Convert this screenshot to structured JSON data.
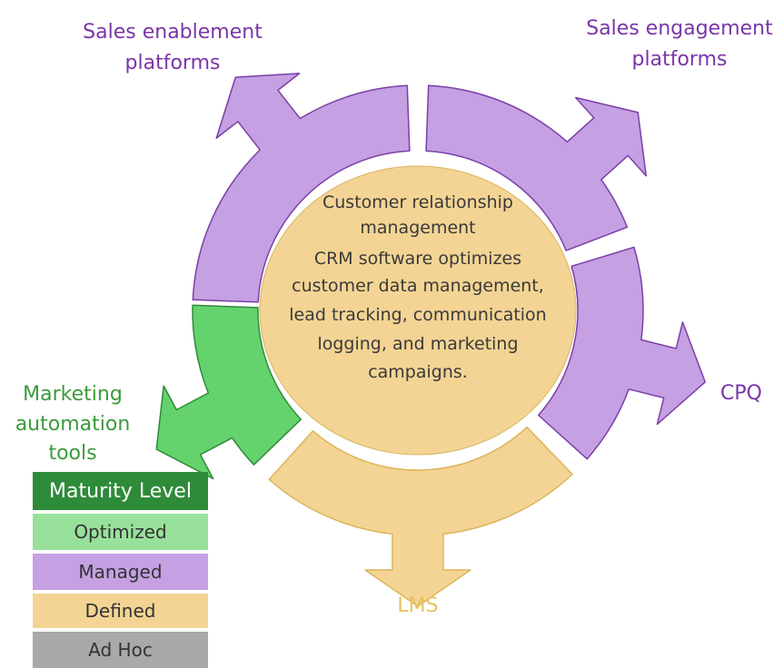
{
  "colors": {
    "optimized": "#64d26d",
    "optimized_stroke": "#2e8b3a",
    "managed": "#c5a0e2",
    "managed_stroke": "#7b3fa8",
    "defined": "#f3d494",
    "defined_stroke": "#dcb45a",
    "center_fill": "#f3d494",
    "label_purple": "#7a35a8",
    "label_green": "#3b9a3b",
    "label_yellow": "#e7c25c",
    "legend_header": "#2e8b3a",
    "legend_optimized": "#98e19b",
    "legend_managed": "#c5a0e2",
    "legend_defined": "#f3d494",
    "legend_adhoc": "#a9a9a9"
  },
  "center": {
    "title_line1": "Customer relationship",
    "title_line2": "management",
    "desc_line1": "CRM software optimizes",
    "desc_line2": "customer data management,",
    "desc_line3": "lead tracking, communication",
    "desc_line4": "logging, and marketing",
    "desc_line5": "campaigns."
  },
  "labels": {
    "sales_enablement_line1": "Sales enablement",
    "sales_enablement_line2": "platforms",
    "sales_engagement_line1": "Sales engagement",
    "sales_engagement_line2": "platforms",
    "cpq": "CPQ",
    "lms": "LMS",
    "marketing_line1": "Marketing",
    "marketing_line2": "automation",
    "marketing_line3": "tools"
  },
  "legend": {
    "title": "Maturity Level",
    "items": [
      "Optimized",
      "Managed",
      "Defined",
      "Ad Hoc"
    ]
  }
}
